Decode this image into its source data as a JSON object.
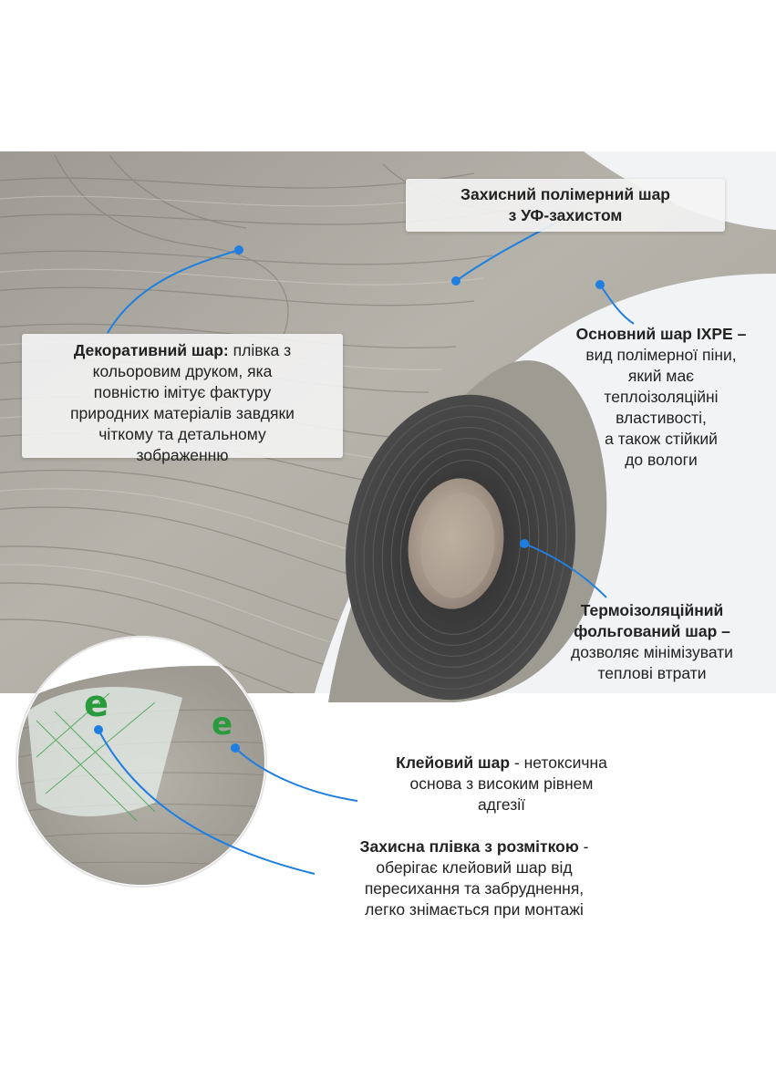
{
  "accent_color": "#1e7fe0",
  "callouts": {
    "protective_layer": {
      "title": "Захисний полімерний шар",
      "line2": "з УФ-захистом"
    },
    "decorative_layer": {
      "bold": "Декоративний шар:",
      "rest": " плівка з",
      "lines": [
        "кольоровим друком, яка",
        "повністю імітує фактуру",
        "природних матеріалів завдяки",
        "чіткому та детальному",
        "зображенню"
      ]
    },
    "base_layer": {
      "bold": "Основний шар IXPE –",
      "lines": [
        "вид полімерної піни,",
        "який має",
        "теплоізоляційні",
        "властивості,",
        "а також стійкий",
        "до вологи"
      ]
    },
    "thermo_layer": {
      "bold_lines": [
        "Термоізоляційний",
        "фольгований шар –"
      ],
      "lines": [
        "дозволяє мінімізувати",
        "теплові втрати"
      ]
    },
    "adhesive_layer": {
      "bold": "Клейовий шар",
      "rest": " - нетоксична",
      "lines": [
        "основа з високим рівнем",
        "адгезії"
      ]
    },
    "protective_film": {
      "bold": "Захисна плівка з розміткою",
      "rest": " -",
      "lines": [
        "оберігає клейовий шар від",
        "пересихання та забруднення,",
        "легко знімається при монтажі"
      ]
    }
  }
}
